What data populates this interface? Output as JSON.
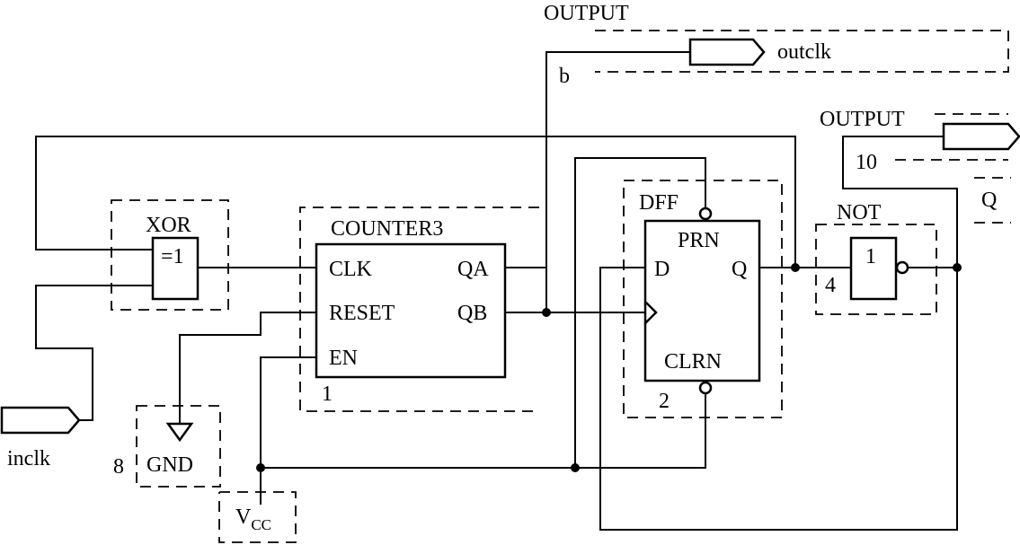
{
  "inputs": {
    "inclk": "inclk"
  },
  "outputs": {
    "outclk": {
      "type": "OUTPUT",
      "name": "outclk",
      "net_label": "b"
    },
    "q": {
      "type": "OUTPUT",
      "name": "Q",
      "instance": "10"
    }
  },
  "xor_gate": {
    "type": "XOR",
    "symbol": "=1"
  },
  "counter": {
    "type": "COUNTER3",
    "instance": "1",
    "pins": {
      "clk": "CLK",
      "reset": "RESET",
      "en": "EN",
      "qa": "QA",
      "qb": "QB"
    }
  },
  "dff": {
    "type": "DFF",
    "instance": "2",
    "pins": {
      "d": "D",
      "q": "Q",
      "prn": "PRN",
      "clrn": "CLRN"
    }
  },
  "not_gate": {
    "type": "NOT",
    "symbol": "1",
    "instance": "4"
  },
  "gnd": {
    "type": "GND",
    "instance": "8"
  },
  "vcc": {
    "main": "V",
    "sub": "CC"
  }
}
